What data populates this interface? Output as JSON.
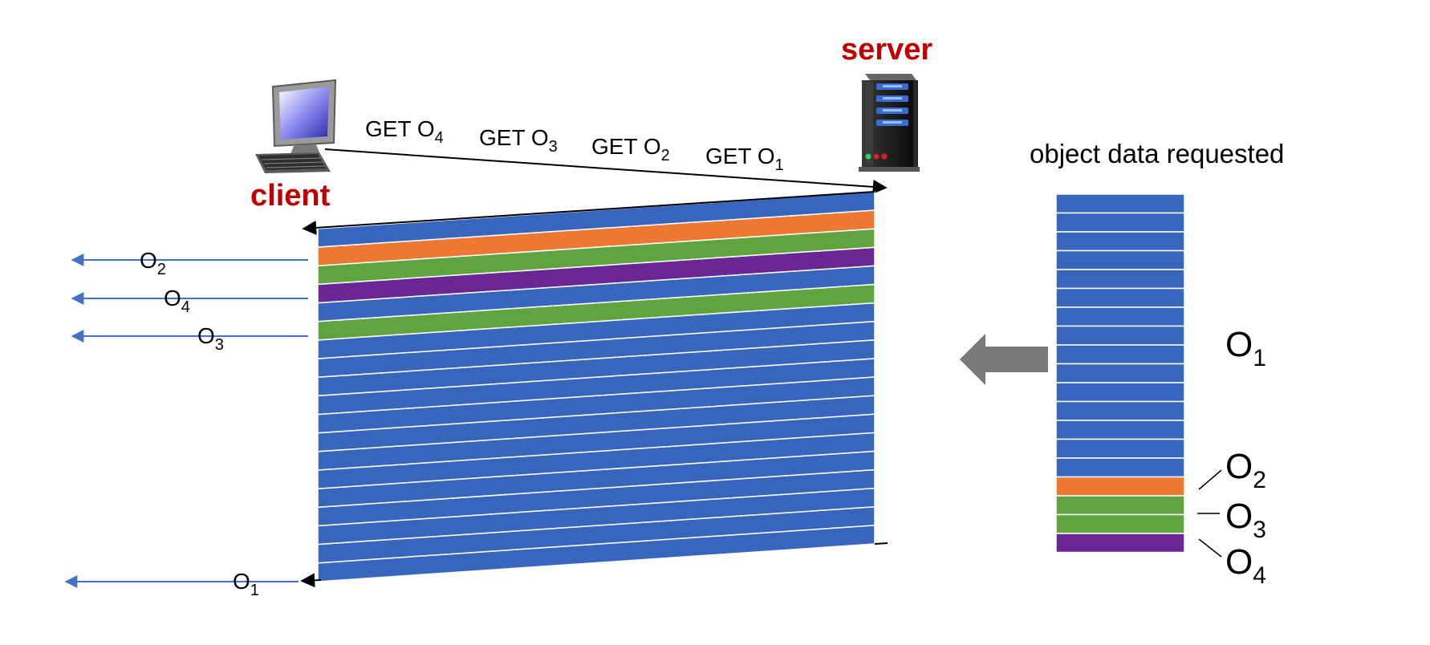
{
  "diagram": {
    "client_label": "client",
    "server_label": "server",
    "legend_title": "object data requested",
    "requests": [
      {
        "prefix": "GET O",
        "sub": "4"
      },
      {
        "prefix": "GET O",
        "sub": "3"
      },
      {
        "prefix": "GET O",
        "sub": "2"
      },
      {
        "prefix": "GET O",
        "sub": "1"
      }
    ],
    "delivered": [
      {
        "base": "O",
        "sub": "2"
      },
      {
        "base": "O",
        "sub": "4"
      },
      {
        "base": "O",
        "sub": "3"
      },
      {
        "base": "O",
        "sub": "1"
      }
    ],
    "legend_labels": [
      {
        "base": "O",
        "sub": "1"
      },
      {
        "base": "O",
        "sub": "2"
      },
      {
        "base": "O",
        "sub": "3"
      },
      {
        "base": "O",
        "sub": "4"
      }
    ],
    "stream_band_colors": [
      "blue",
      "orange",
      "green",
      "purple",
      "blue",
      "green",
      "blue",
      "blue",
      "blue",
      "blue",
      "blue",
      "blue",
      "blue",
      "blue",
      "blue",
      "blue",
      "blue",
      "blue",
      "blue"
    ],
    "legend_cell_colors": [
      "blue",
      "blue",
      "blue",
      "blue",
      "blue",
      "blue",
      "blue",
      "blue",
      "blue",
      "blue",
      "blue",
      "blue",
      "blue",
      "blue",
      "blue",
      "orange",
      "green",
      "green",
      "purple"
    ],
    "colors": {
      "blue": "#3866bd",
      "orange": "#ee7733",
      "green": "#5fa43f",
      "purple": "#6a2692",
      "client_server_red": "#c00000",
      "arrow_gray": "#7a7a7a",
      "delivery_arrow": "#4472c4"
    },
    "icons": [
      "computer-icon",
      "server-icon"
    ]
  }
}
